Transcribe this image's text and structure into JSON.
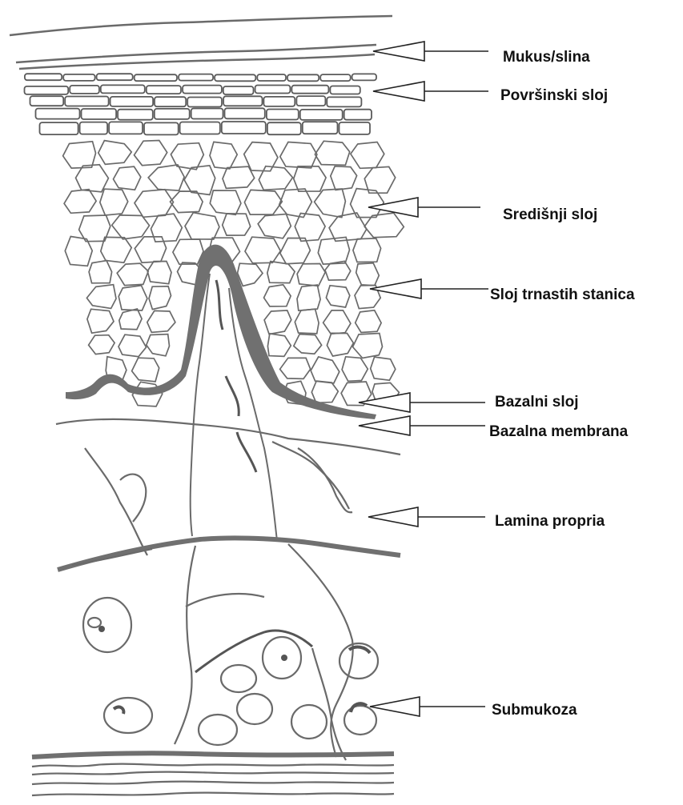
{
  "labels": [
    {
      "id": "mukus",
      "text": "Mukus/slina"
    },
    {
      "id": "povrsinski",
      "text": "Površinski sloj"
    },
    {
      "id": "sredisnji",
      "text": "Središnji sloj"
    },
    {
      "id": "trnastih",
      "text": "Sloj trnastih stanica"
    },
    {
      "id": "bazalni",
      "text": "Bazalni sloj"
    },
    {
      "id": "membrana",
      "text": "Bazalna membrana"
    },
    {
      "id": "lamina",
      "text": "Lamina propria"
    },
    {
      "id": "submukoza",
      "text": "Submukoza"
    }
  ],
  "colors": {
    "background": "#ffffff",
    "line": "#6a6a6a",
    "dark_line": "#555555",
    "label": "#111111",
    "pointer": "#222222"
  }
}
